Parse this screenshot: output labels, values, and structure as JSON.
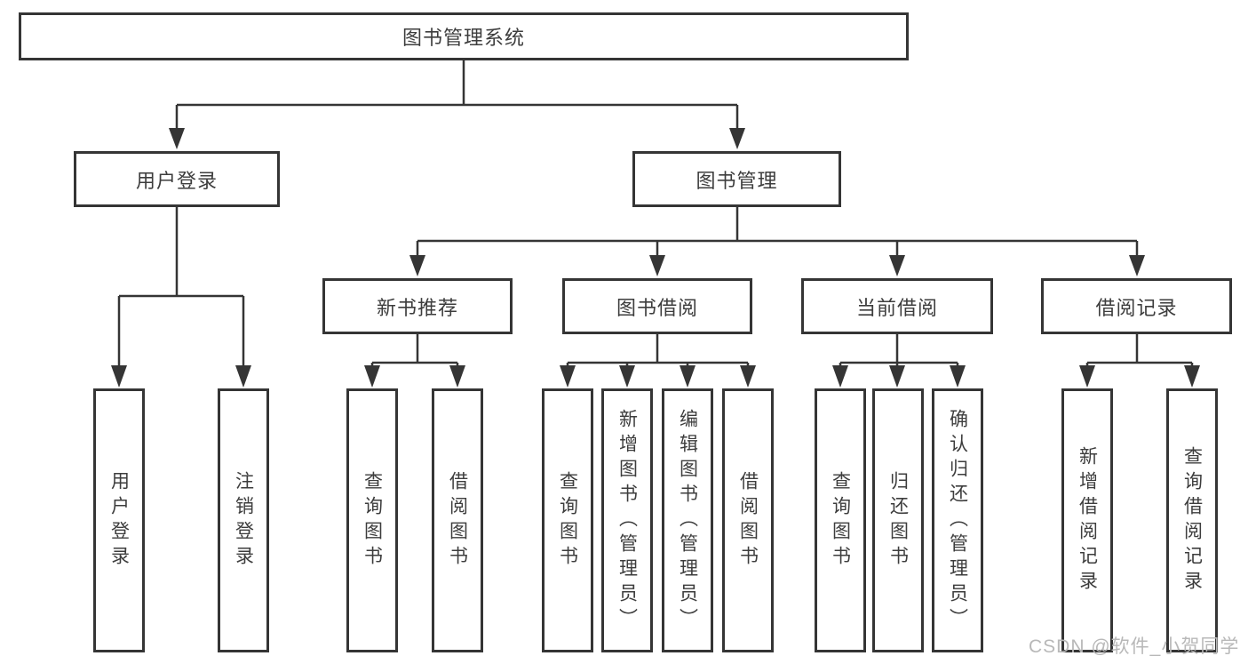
{
  "diagram": {
    "type": "hierarchy",
    "colors": {
      "line": "#353535",
      "box_border": "#353535",
      "box_fill": "#ffffff",
      "text": "#3d3d3d",
      "watermark_text": "#b8b8b8"
    },
    "tree": {
      "label": "图书管理系统",
      "children": [
        {
          "label": "用户登录",
          "children": [
            {
              "label": "用户登录"
            },
            {
              "label": "注销登录"
            }
          ]
        },
        {
          "label": "图书管理",
          "children": [
            {
              "label": "新书推荐",
              "children": [
                {
                  "label": "查询图书"
                },
                {
                  "label": "借阅图书"
                }
              ]
            },
            {
              "label": "图书借阅",
              "children": [
                {
                  "label": "查询图书"
                },
                {
                  "label": "新增图书（管理员）"
                },
                {
                  "label": "编辑图书（管理员）"
                },
                {
                  "label": "借阅图书"
                }
              ]
            },
            {
              "label": "当前借阅",
              "children": [
                {
                  "label": "查询图书"
                },
                {
                  "label": "归还图书"
                },
                {
                  "label": "确认归还（管理员）"
                }
              ]
            },
            {
              "label": "借阅记录",
              "children": [
                {
                  "label": "新增借阅记录"
                },
                {
                  "label": "查询借阅记录"
                }
              ]
            }
          ]
        }
      ]
    },
    "watermark": {
      "text": "CSDN @软件_小贺同学"
    }
  }
}
